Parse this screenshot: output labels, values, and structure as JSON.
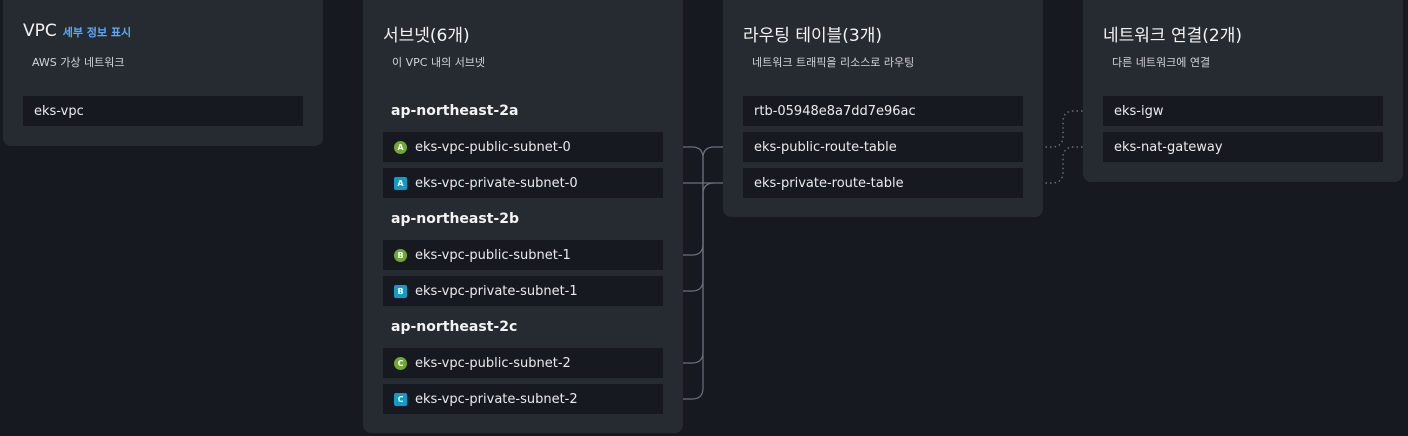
{
  "vpc": {
    "title": "VPC",
    "details_link": "세부 정보 표시",
    "subtitle": "AWS 가상 네트워크",
    "name": "eks-vpc"
  },
  "subnets": {
    "title": "서브넷(6개)",
    "subtitle": "이 VPC 내의 서브넷",
    "zones": [
      {
        "name": "ap-northeast-2a",
        "items": [
          {
            "badge": "A",
            "kind": "public",
            "name": "eks-vpc-public-subnet-0"
          },
          {
            "badge": "A",
            "kind": "private",
            "name": "eks-vpc-private-subnet-0"
          }
        ]
      },
      {
        "name": "ap-northeast-2b",
        "items": [
          {
            "badge": "B",
            "kind": "public",
            "name": "eks-vpc-public-subnet-1"
          },
          {
            "badge": "B",
            "kind": "private",
            "name": "eks-vpc-private-subnet-1"
          }
        ]
      },
      {
        "name": "ap-northeast-2c",
        "items": [
          {
            "badge": "C",
            "kind": "public",
            "name": "eks-vpc-public-subnet-2"
          },
          {
            "badge": "C",
            "kind": "private",
            "name": "eks-vpc-private-subnet-2"
          }
        ]
      }
    ]
  },
  "route_tables": {
    "title": "라우팅 테이블(3개)",
    "subtitle": "네트워크 트래픽을 리소스로 라우팅",
    "items": [
      "rtb-05948e8a7dd7e96ac",
      "eks-public-route-table",
      "eks-private-route-table"
    ]
  },
  "network": {
    "title": "네트워크 연결(2개)",
    "subtitle": "다른 네트워크에 연결",
    "items": [
      "eks-igw",
      "eks-nat-gateway"
    ]
  },
  "colors": {
    "background": "#16191f",
    "card": "#262a31",
    "item": "#161a20",
    "link": "#5aa9ff",
    "public_badge": "#6eaa2f",
    "private_badge": "#0e9cc8",
    "connector": "#6b7079"
  }
}
